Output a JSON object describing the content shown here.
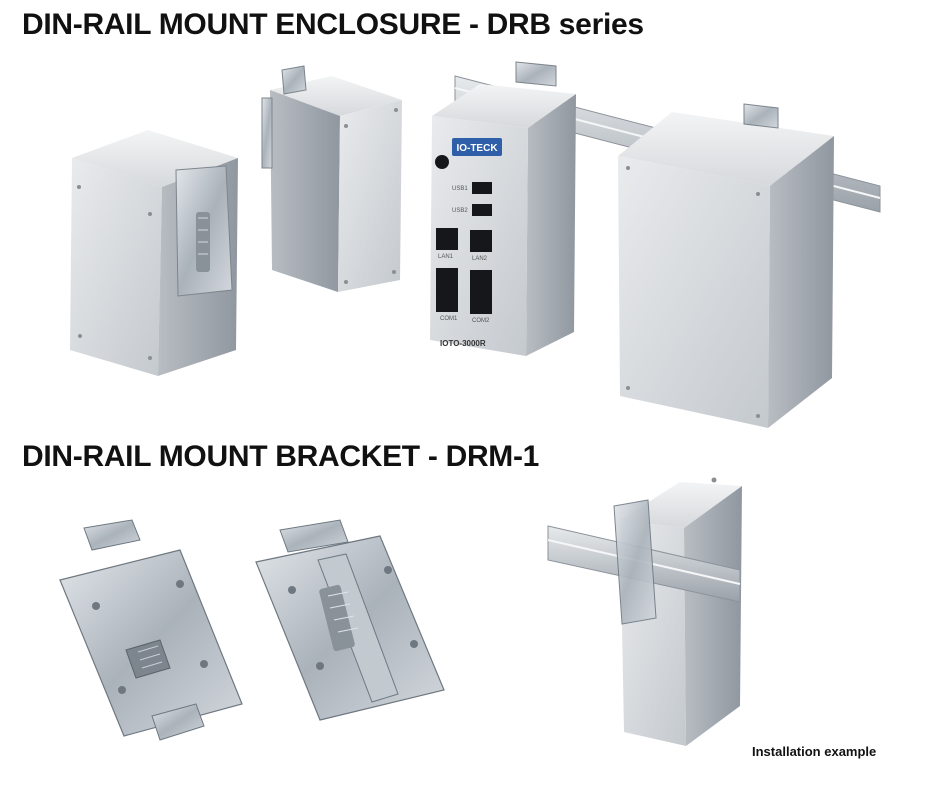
{
  "sections": {
    "enclosure_heading": "DIN-RAIL MOUNT ENCLOSURE - DRB series",
    "bracket_heading": "DIN-RAIL MOUNT BRACKET - DRM-1"
  },
  "device": {
    "brand": "IO-TECK",
    "model": "IOTO-3000R",
    "ports": [
      "USB1",
      "USB2",
      "LAN1",
      "LAN2",
      "COM1",
      "COM2"
    ]
  },
  "caption": "Installation example",
  "colors": {
    "heading": "#111111",
    "aluminum_light": "#dcdfe2",
    "aluminum_dark": "#9ea4aa",
    "steel": "#b9c0c6",
    "port_black": "#15171a",
    "logo_bg": "#2f5fa8"
  }
}
